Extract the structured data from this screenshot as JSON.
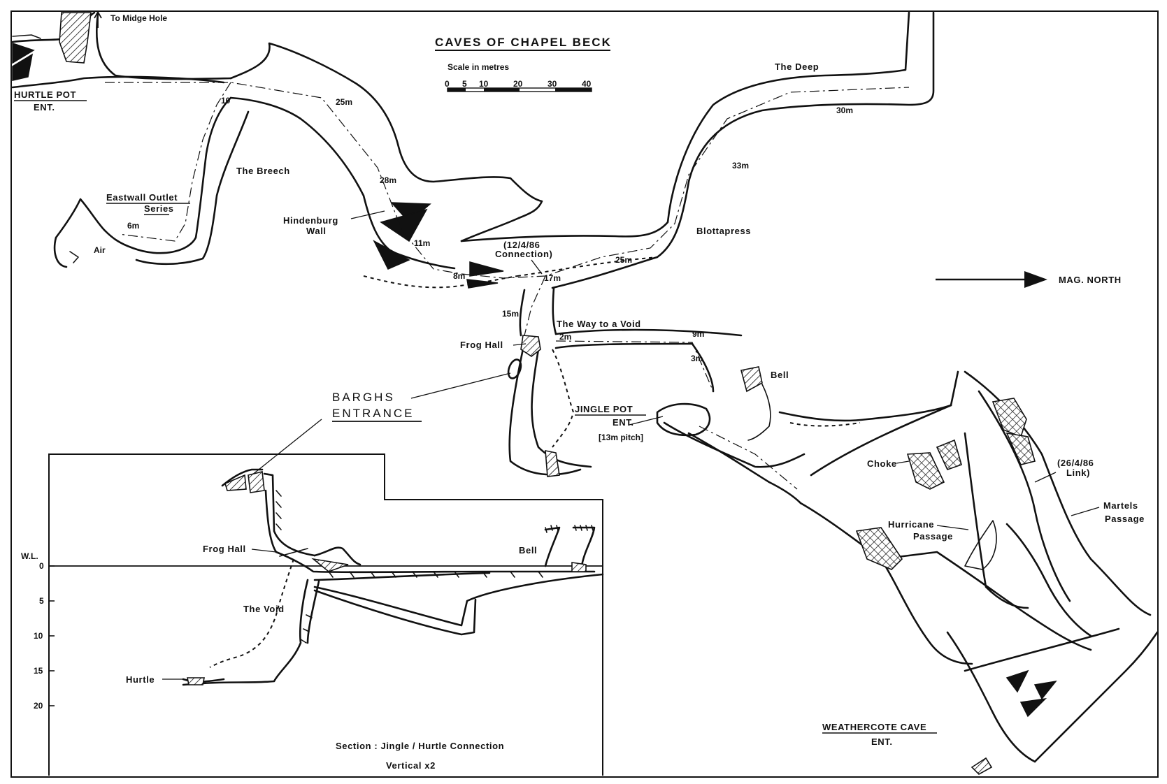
{
  "title": "CAVES OF CHAPEL BECK",
  "scale": {
    "label": "Scale in metres",
    "ticks": [
      "0",
      "5",
      "10",
      "20",
      "30",
      "40"
    ]
  },
  "north_label": "MAG. NORTH",
  "midge_hole": "To Midge Hole",
  "entrances": {
    "hurtle_line1": "HURTLE POT",
    "hurtle_line2": "ENT.",
    "jingle_line1": "JINGLE POT",
    "jingle_line2": "ENT.",
    "jingle_pitch": "[13m pitch]",
    "barghs_line1": "BARGHS",
    "barghs_line2": "ENTRANCE",
    "weathercote_line1": "WEATHERCOTE CAVE",
    "weathercote_line2": "ENT."
  },
  "features": {
    "eastwall_line1": "Eastwall Outlet",
    "eastwall_line2": "Series",
    "air": "Air",
    "the_breech": "The Breech",
    "hindenburg_line1": "Hindenburg",
    "hindenburg_line2": "Wall",
    "connection_line1": "(12/4/86",
    "connection_line2": "Connection)",
    "the_deep": "The Deep",
    "blottapress": "Blottapress",
    "way_to_void": "The Way to a Void",
    "frog_hall": "Frog Hall",
    "bell": "Bell",
    "choke": "Choke",
    "hurricane_line1": "Hurricane",
    "hurricane_line2": "Passage",
    "link_line1": "(26/4/86",
    "link_line2": "Link)",
    "martels_line1": "Martels",
    "martels_line2": "Passage"
  },
  "depths": {
    "d10": "10",
    "d25a": "25m",
    "d28": "28m",
    "d6": "6m",
    "d11": "11m",
    "d8": "8m",
    "d17": "17m",
    "d15": "15m",
    "d25b": "25m",
    "d33": "33m",
    "d30": "30m",
    "d2": "2m",
    "d9": "9m",
    "d3": "3m"
  },
  "section": {
    "wl": "W.L.",
    "axis_ticks": [
      "0",
      "5",
      "10",
      "15",
      "20"
    ],
    "frog_hall": "Frog Hall",
    "bell": "Bell",
    "the_void": "The Void",
    "hurtle": "Hurtle",
    "caption_line1": "Section :  Jingle / Hurtle Connection",
    "caption_line2": "Vertical  x2"
  }
}
